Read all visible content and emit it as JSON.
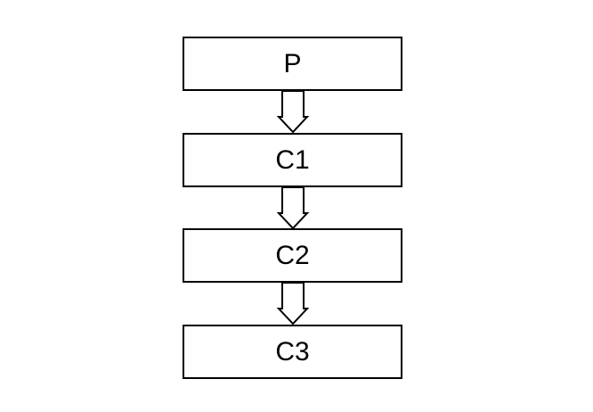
{
  "nodes": [
    {
      "id": "P",
      "label": "P"
    },
    {
      "id": "C1",
      "label": "C1"
    },
    {
      "id": "C2",
      "label": "C2"
    },
    {
      "id": "C3",
      "label": "C3"
    }
  ],
  "edges": [
    {
      "from": "P",
      "to": "C1"
    },
    {
      "from": "C1",
      "to": "C2"
    },
    {
      "from": "C2",
      "to": "C3"
    }
  ],
  "colors": {
    "stroke": "#000000",
    "fill": "#ffffff"
  }
}
